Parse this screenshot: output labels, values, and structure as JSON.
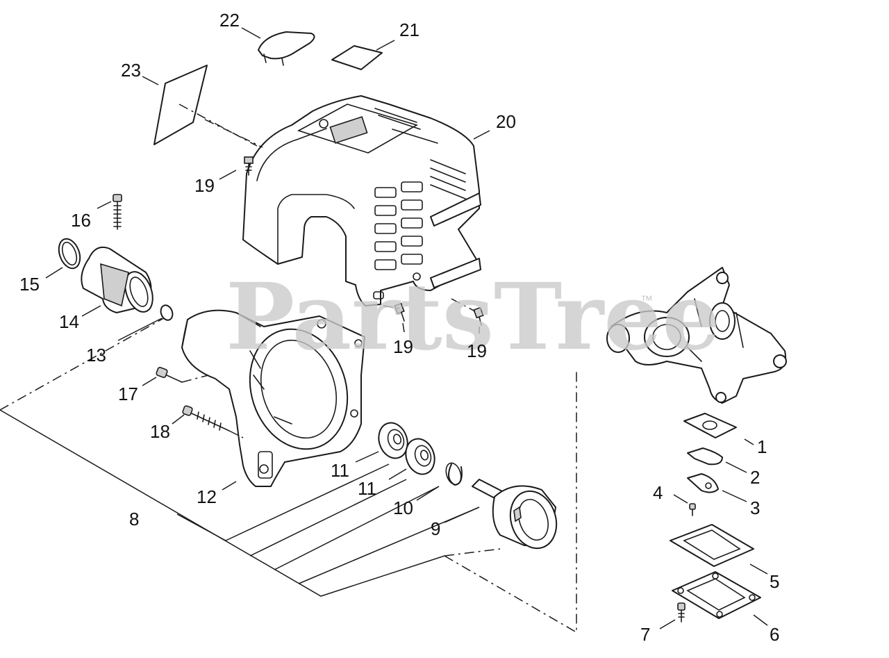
{
  "watermark": {
    "brand": "PartsTree",
    "trademark": "™"
  },
  "callouts": {
    "c1": "1",
    "c2": "2",
    "c3": "3",
    "c4": "4",
    "c5": "5",
    "c6": "6",
    "c7": "7",
    "c8": "8",
    "c9": "9",
    "c10": "10",
    "c11a": "11",
    "c11b": "11",
    "c12": "12",
    "c13": "13",
    "c14": "14",
    "c15": "15",
    "c16": "16",
    "c17": "17",
    "c18": "18",
    "c19a": "19",
    "c19b": "19",
    "c19c": "19",
    "c20": "20",
    "c21": "21",
    "c22": "22",
    "c23": "23"
  }
}
